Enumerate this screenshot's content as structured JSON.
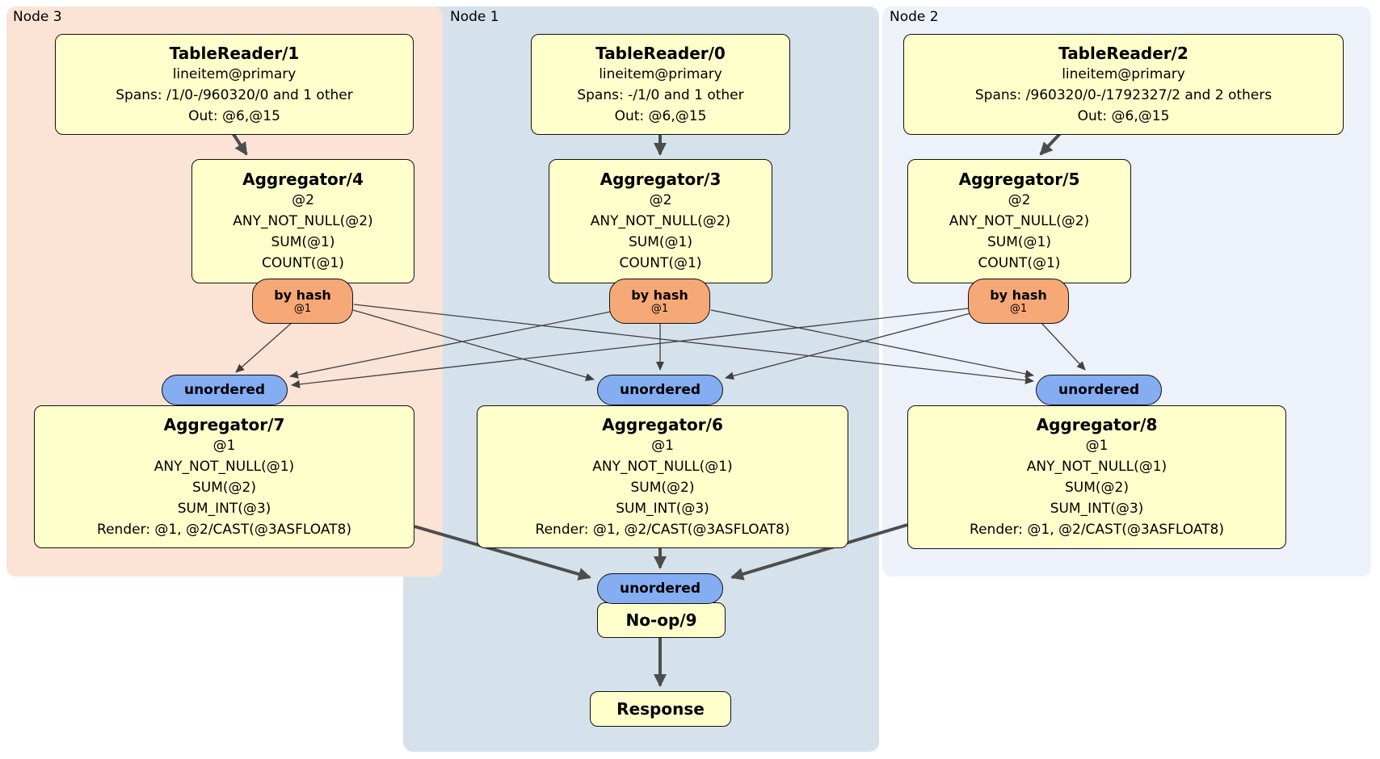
{
  "regions": {
    "node3": {
      "label": "Node 3",
      "color": "#fbe3d6"
    },
    "node1": {
      "label": "Node 1",
      "color": "#d5e2ec"
    },
    "node2": {
      "label": "Node 2",
      "color": "#ecf1fa"
    }
  },
  "colors": {
    "processor_fill": "#ffffcc",
    "processor_border": "#111111",
    "hash_router_fill": "#f7a877",
    "unordered_stream_fill": "#84adf2",
    "edge_thin": "#404040",
    "edge_thick": "#4d4d4d"
  },
  "processors": {
    "tablereader1": {
      "title": "TableReader/1",
      "lines": [
        "lineitem@primary",
        "Spans: /1/0-/960320/0 and 1 other",
        "Out: @6,@15"
      ]
    },
    "tablereader0": {
      "title": "TableReader/0",
      "lines": [
        "lineitem@primary",
        "Spans: -/1/0 and 1 other",
        "Out: @6,@15"
      ]
    },
    "tablereader2": {
      "title": "TableReader/2",
      "lines": [
        "lineitem@primary",
        "Spans: /960320/0-/1792327/2 and 2 others",
        "Out: @6,@15"
      ]
    },
    "aggregator4": {
      "title": "Aggregator/4",
      "lines": [
        "@2",
        "ANY_NOT_NULL(@2)",
        "SUM(@1)",
        "COUNT(@1)"
      ]
    },
    "aggregator3": {
      "title": "Aggregator/3",
      "lines": [
        "@2",
        "ANY_NOT_NULL(@2)",
        "SUM(@1)",
        "COUNT(@1)"
      ]
    },
    "aggregator5": {
      "title": "Aggregator/5",
      "lines": [
        "@2",
        "ANY_NOT_NULL(@2)",
        "SUM(@1)",
        "COUNT(@1)"
      ]
    },
    "aggregator7": {
      "title": "Aggregator/7",
      "lines": [
        "@1",
        "ANY_NOT_NULL(@1)",
        "SUM(@2)",
        "SUM_INT(@3)",
        "Render: @1, @2/CAST(@3ASFLOAT8)"
      ]
    },
    "aggregator6": {
      "title": "Aggregator/6",
      "lines": [
        "@1",
        "ANY_NOT_NULL(@1)",
        "SUM(@2)",
        "SUM_INT(@3)",
        "Render: @1, @2/CAST(@3ASFLOAT8)"
      ]
    },
    "aggregator8": {
      "title": "Aggregator/8",
      "lines": [
        "@1",
        "ANY_NOT_NULL(@1)",
        "SUM(@2)",
        "SUM_INT(@3)",
        "Render: @1, @2/CAST(@3ASFLOAT8)"
      ]
    },
    "noop": {
      "title": "No-op/9"
    },
    "response": {
      "title": "Response"
    }
  },
  "routers": {
    "by_hash": {
      "label": "by hash",
      "detail": "@1"
    },
    "unordered": {
      "label": "unordered"
    }
  }
}
